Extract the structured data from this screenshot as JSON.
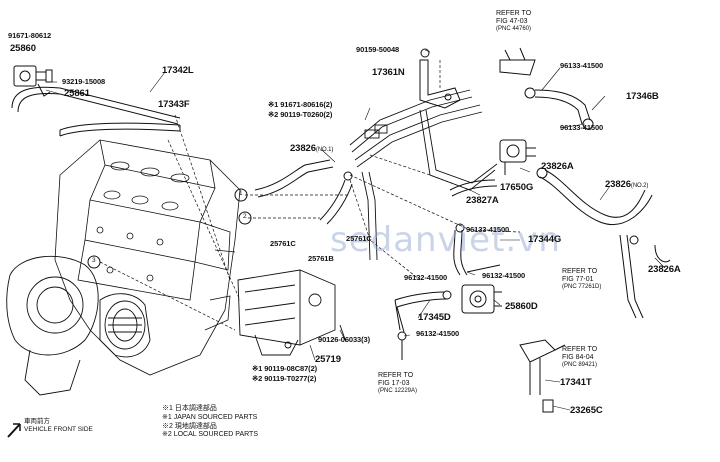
{
  "watermark": "sedanviet.vn",
  "part_labels": {
    "p91671_80612": "91671-80612",
    "p25860": "25860",
    "p93219_15008": "93219-15008",
    "p25861": "25861",
    "p17342L": "17342L",
    "p17343F": "17343F",
    "p91671_80616": "※1 91671-80616(2)",
    "p90119_t0260": "※2 90119-T0260(2)",
    "p23826_no1": "23826",
    "p23826_no1_suffix": "(NO.1)",
    "p90159_50048": "90159-50048",
    "p17361N": "17361N",
    "p96133_41500_a": "96133-41500",
    "p17346B": "17346B",
    "p96133_41500_b": "96133-41500",
    "p23826A_a": "23826A",
    "p17650G": "17650G",
    "p23827A": "23827A",
    "p23826_no2": "23826",
    "p23826_no2_suffix": "(NO.2)",
    "p25761C_a": "25761C",
    "p25761C_b": "25761C",
    "p25761B": "25761B",
    "p96133_41500_c": "96133-41500",
    "p17344G": "17344G",
    "p96132_41500_a": "96132-41500",
    "p96132_41500_b": "96132-41500",
    "p23826A_b": "23826A",
    "p25860D": "25860D",
    "p17345D": "17345D",
    "p96132_41500_c": "96132-41500",
    "p90126_06033": "90126-06033(3)",
    "p25719": "25719",
    "p90119_08c87": "※1 90119-08C87(2)",
    "p90119_t0277": "※2 90119-T0277(2)",
    "p17341T": "17341T",
    "p23265C": "23265C"
  },
  "refs": {
    "fig47": {
      "l1": "REFER TO",
      "l2": "FIG 47-03",
      "l3": "(PNC 44760)"
    },
    "fig77": {
      "l1": "REFER TO",
      "l2": "FIG 77-01",
      "l3": "(PNC 77261D)"
    },
    "fig84": {
      "l1": "REFER TO",
      "l2": "FIG 84-04",
      "l3": "(PNC 89421)"
    },
    "fig17": {
      "l1": "REFER TO",
      "l2": "FIG 17-03",
      "l3": "(PNC 12229A)"
    }
  },
  "front": {
    "jp": "車両前方",
    "en": "VEHICLE FRONT SIDE"
  },
  "legend": {
    "l1": "※1 日本調達部品",
    "l2": "※1 JAPAN SOURCED PARTS",
    "l3": "※2 現地調達部品",
    "l4": "※2 LOCAL SOURCED PARTS"
  },
  "callouts": {
    "c1": "1",
    "c2": "2",
    "c3": "3"
  }
}
